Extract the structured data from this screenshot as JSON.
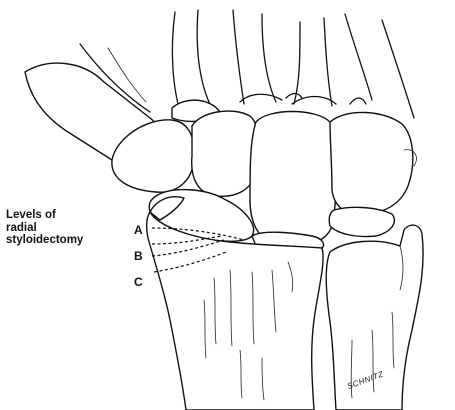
{
  "caption": {
    "line1": "Levels of",
    "line2": "radial",
    "line3": "styloidectomy"
  },
  "levels": [
    "A",
    "B",
    "C"
  ],
  "signature": "SCHNITZ"
}
